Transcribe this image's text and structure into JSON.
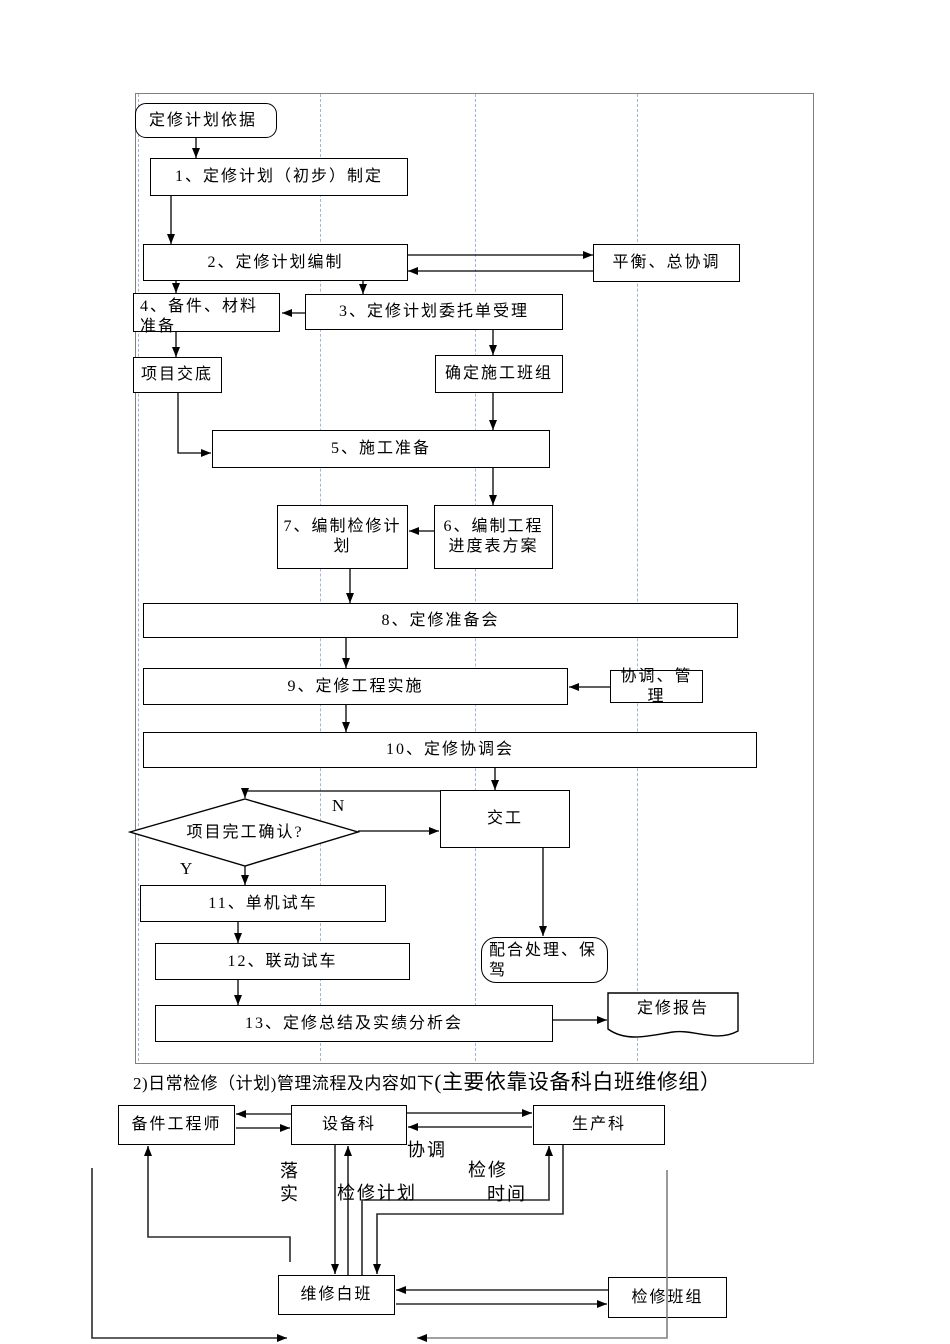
{
  "chart1": {
    "nodes": {
      "start": "定修计划依据",
      "step1": "1、定修计划（初步）制定",
      "step2": "2、定修计划编制",
      "balance": "平衡、总协调",
      "step4": "4、备件、材料准备",
      "step3": "3、定修计划委托单受理",
      "handover_brief": "项目交底",
      "confirm_team": "确定施工班组",
      "step5": "5、施工准备",
      "step7": "7、编制检修计划",
      "step6": "6、编制工程进度表方案",
      "step8": "8、定修准备会",
      "step9": "9、定修工程实施",
      "coordinate_manage": "协调、管理",
      "step10": "10、定修协调会",
      "decision": "项目完工确认?",
      "handover": "交工",
      "step11": "11、单机试车",
      "step12": "12、联动试车",
      "support": "配合处理、保驾",
      "step13": "13、定修总结及实绩分析会",
      "report": "定修报告"
    },
    "labels": {
      "no": "N",
      "yes": "Y"
    }
  },
  "section2": {
    "heading_part1": "2)日常检修（计划)管理流程及内容如下",
    "heading_part2": "(主要依靠设备科白班维修组）",
    "nodes": {
      "spare_parts_engineer": "备件工程师",
      "equipment_dept": "设备科",
      "production_dept": "生产科",
      "day_shift_maintenance": "维修白班",
      "repair_team": "检修班组"
    },
    "labels": {
      "coordinate": "协调",
      "implement": "落实",
      "repair_plan": "检修计划",
      "repair_time_line1": "检修",
      "repair_time_line2": "时间"
    }
  },
  "colors": {
    "line": "#000000",
    "lane_dash": "#9db6dc",
    "container_border": "#7f7f7f",
    "gray_connector": "#808080"
  }
}
